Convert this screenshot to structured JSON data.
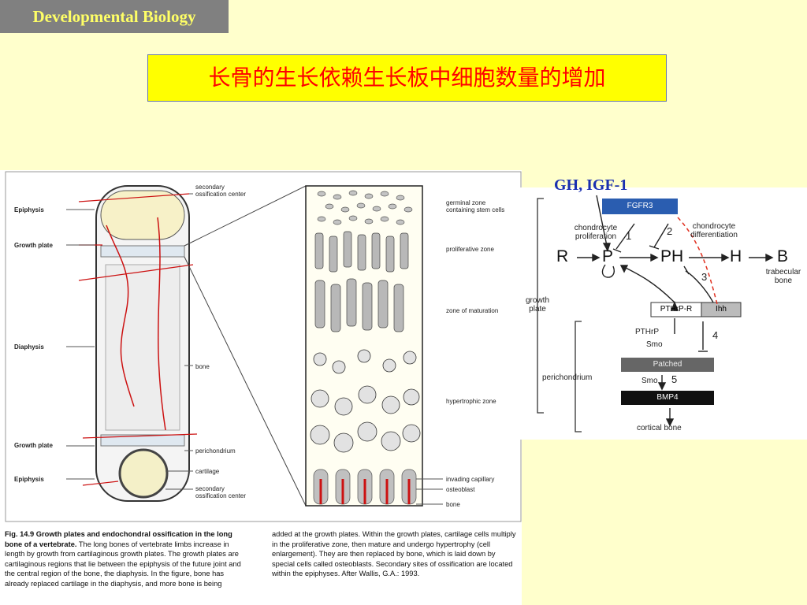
{
  "header": {
    "course": "Developmental Biology"
  },
  "slide": {
    "title": "长骨的生长依赖生长板中细胞数量的增加"
  },
  "figure": {
    "left_labels": {
      "epiphysis_top": "Epiphysis",
      "growth_plate_top": "Growth plate",
      "diaphysis": "Diaphysis",
      "growth_plate_bottom": "Growth plate",
      "epiphysis_bottom": "Epiphysis"
    },
    "mid_labels": {
      "secondary_center_top": "secondary ossification center",
      "bone": "bone",
      "perichondrium": "perichondrium",
      "cartilage": "cartilage",
      "secondary_center_bottom": "secondary ossification center"
    },
    "zone_labels": {
      "germinal": "germinal zone containing stem cells",
      "proliferative": "proliferative zone",
      "maturation": "zone of maturation",
      "hypertrophic": "hypertrophic zone",
      "capillary": "invading capillary",
      "osteoblast": "osteoblast",
      "bone": "bone"
    },
    "caption": {
      "fig_no": "Fig. 14.9",
      "heading": "Growth plates and endochondral ossification in the long bone of a vertebrate.",
      "text1": "The long bones of vertebrate limbs increase in length by growth from cartilaginous growth plates. The growth plates are cartilaginous regions that lie between the epiphysis of the future joint and the central region of the bone, the diaphysis. In the figure, bone has already replaced cartilage in the diaphysis, and more bone is being",
      "text2": "added at the growth plates. Within the growth plates, cartilage cells multiply in the proliferative zone, then mature and undergo hypertrophy (cell enlargement). They are then replaced by bone, which is laid down by special cells called osteoblasts. Secondary sites of ossification are located within the epiphyses. After Wallis, G.A.: 1993."
    }
  },
  "pathway": {
    "annotation": "GH, IGF-1",
    "fgfr3": "FGFR3",
    "chondro_prolif": "chondrocyte proliferation",
    "chondro_diff": "chondrocyte differentiation",
    "n1": "1",
    "n2": "2",
    "n3": "3",
    "n4": "4",
    "n5": "5",
    "R": "R",
    "P": "P",
    "PH": "PH",
    "H": "H",
    "B": "B",
    "trabecular": "trabecular bone",
    "growth_plate": "growth plate",
    "pthrp_r": "PTHrP-R",
    "ihh": "Ihh",
    "pthrp": "PTHrP",
    "smo1": "Smo",
    "perichondrium": "perichondrium",
    "patched": "Patched",
    "smo2": "Smo",
    "bmp4": "BMP4",
    "cortical": "cortical bone",
    "colors": {
      "fgfr3": "#2a5db0",
      "patched": "#666666",
      "bmp4": "#111111",
      "ihh": "#bbbbbb",
      "dashed": "#e03020"
    }
  }
}
